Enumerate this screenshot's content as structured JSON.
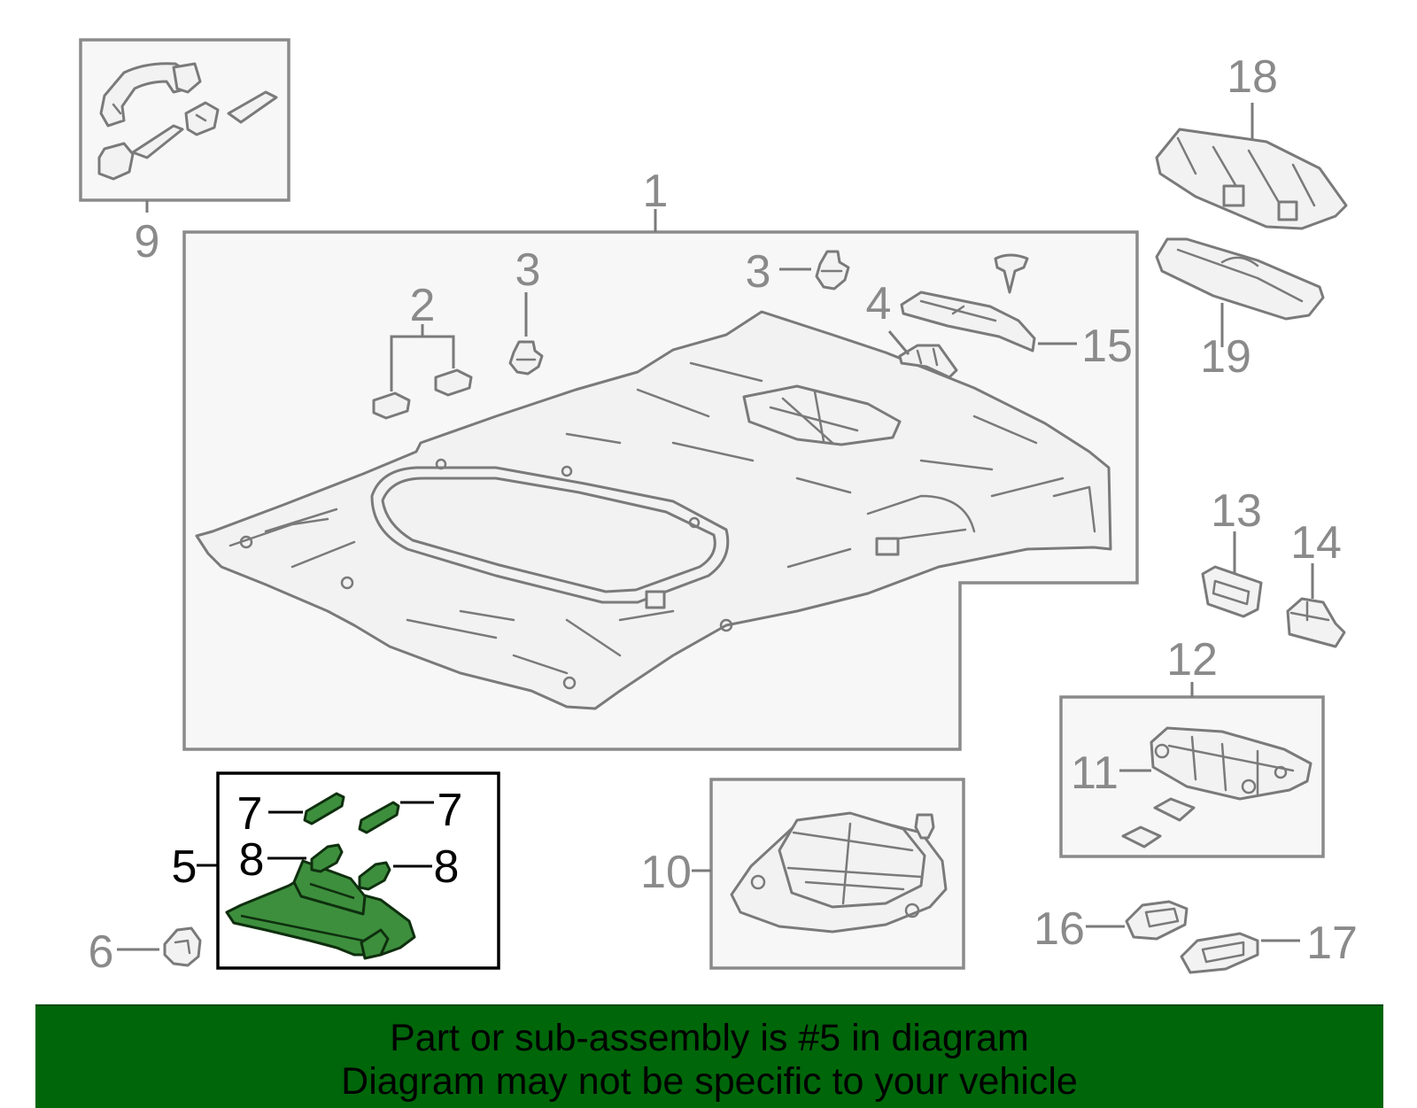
{
  "diagram": {
    "highlighted_callout": "5",
    "colors": {
      "highlight_fill": "#3d8f3d",
      "banner_background": "#00660a",
      "line_gray": "#7a7a7a",
      "text_gray": "#8a8a8a"
    },
    "callouts": [
      {
        "id": "c1",
        "label": "1"
      },
      {
        "id": "c2",
        "label": "2"
      },
      {
        "id": "c3a",
        "label": "3"
      },
      {
        "id": "c3b",
        "label": "3"
      },
      {
        "id": "c4",
        "label": "4"
      },
      {
        "id": "c5",
        "label": "5"
      },
      {
        "id": "c6",
        "label": "6"
      },
      {
        "id": "c7a",
        "label": "7"
      },
      {
        "id": "c7b",
        "label": "7"
      },
      {
        "id": "c8a",
        "label": "8"
      },
      {
        "id": "c8b",
        "label": "8"
      },
      {
        "id": "c9",
        "label": "9"
      },
      {
        "id": "c10",
        "label": "10"
      },
      {
        "id": "c11",
        "label": "11"
      },
      {
        "id": "c12",
        "label": "12"
      },
      {
        "id": "c13",
        "label": "13"
      },
      {
        "id": "c14",
        "label": "14"
      },
      {
        "id": "c15",
        "label": "15"
      },
      {
        "id": "c16",
        "label": "16"
      },
      {
        "id": "c17",
        "label": "17"
      },
      {
        "id": "c18",
        "label": "18"
      },
      {
        "id": "c19",
        "label": "19"
      }
    ]
  },
  "banner": {
    "line1": "Part or sub-assembly is #5 in diagram",
    "line2": "Diagram may not be specific to your vehicle"
  }
}
